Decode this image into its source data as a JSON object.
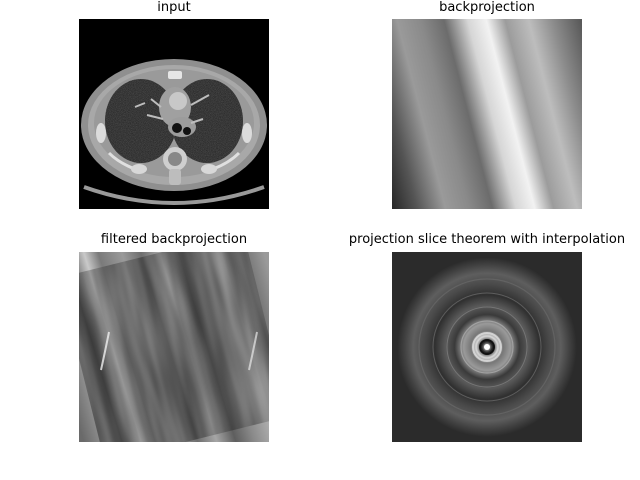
{
  "panels": [
    {
      "title": "input"
    },
    {
      "title": "backprojection"
    },
    {
      "title": "filtered backprojection"
    },
    {
      "title": "projection slice theorem with interpolation"
    }
  ]
}
